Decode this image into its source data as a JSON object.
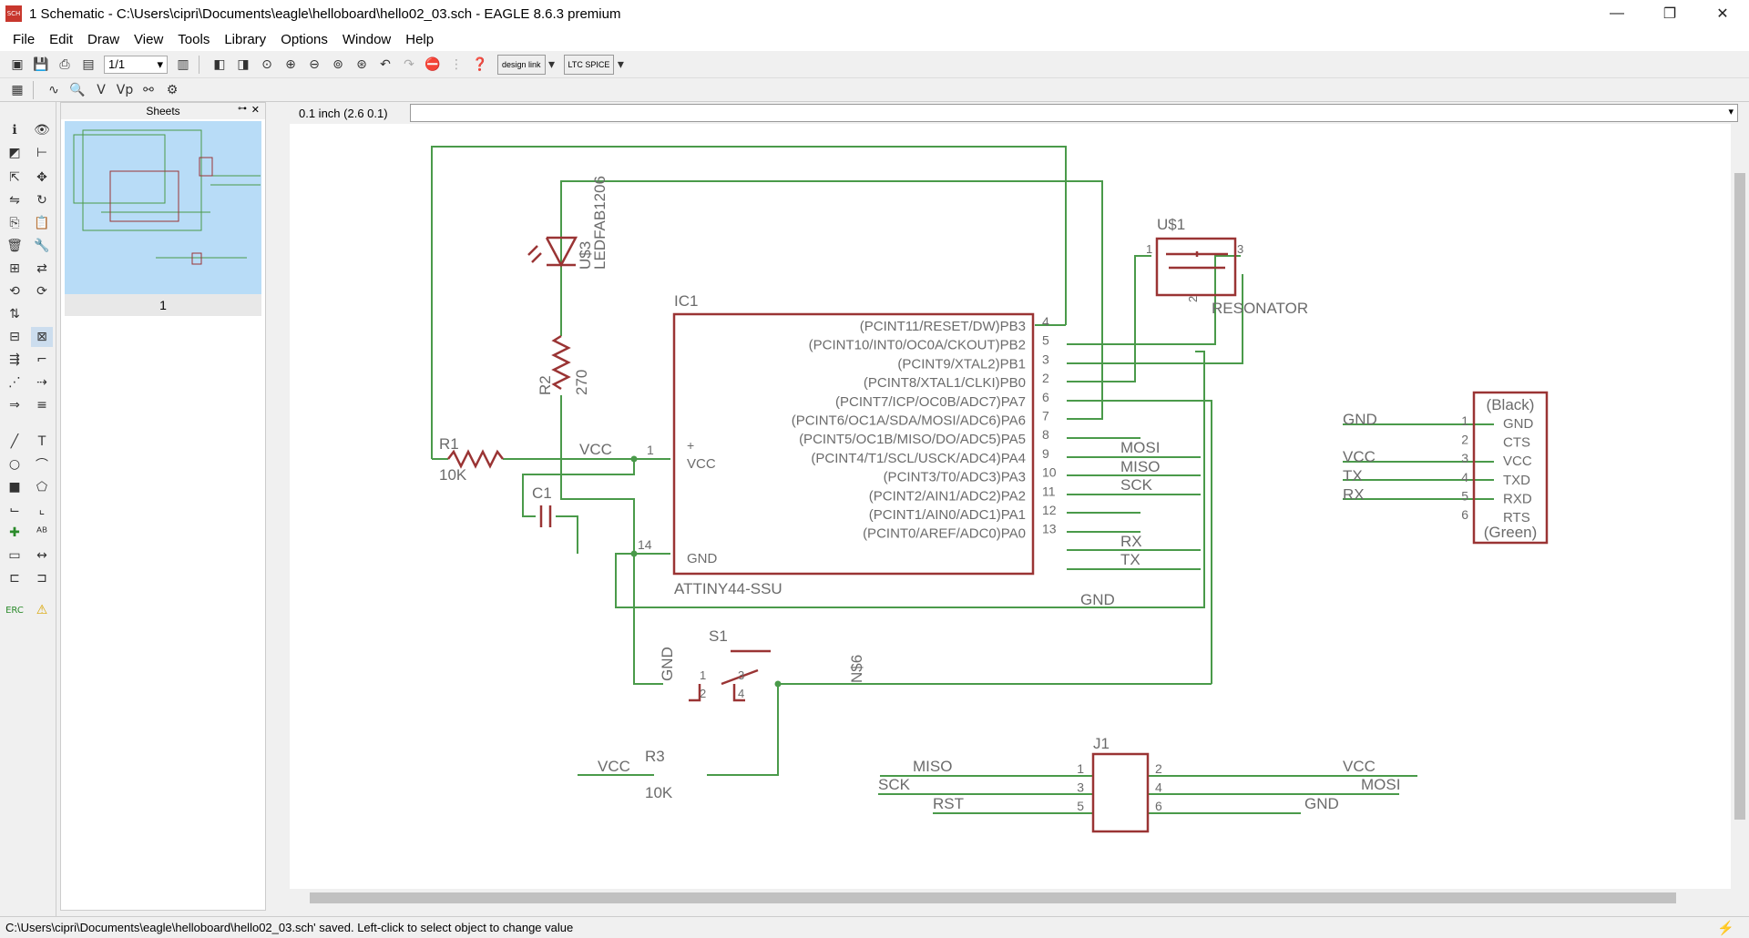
{
  "window": {
    "title": "1 Schematic - C:\\Users\\cipri\\Documents\\eagle\\helloboard\\hello02_03.sch - EAGLE 8.6.3 premium",
    "minimize": "—",
    "maximize": "❐",
    "close": "✕"
  },
  "menu": [
    "File",
    "Edit",
    "Draw",
    "View",
    "Tools",
    "Library",
    "Options",
    "Window",
    "Help"
  ],
  "toolbar": {
    "sheet_select": "1/1",
    "design_link": "design link",
    "ltc_spice": "LTC SPICE"
  },
  "sheets_panel": {
    "title": "Sheets",
    "sheet_number": "1"
  },
  "coord_display": "0.1 inch (2.6 0.1)",
  "command_input": "",
  "status_text": "C:\\Users\\cipri\\Documents\\eagle\\helloboard\\hello02_03.sch' saved. Left-click to select object to change value",
  "colors": {
    "wire": "#4a9a4a",
    "part": "#9a3434",
    "text": "#6b6b6b",
    "thumb_bg": "#b8dcf7"
  },
  "schematic": {
    "ic1": {
      "name": "IC1",
      "value": "ATTINY44-SSU",
      "left_pins": [
        {
          "num": "1",
          "label": "VCC"
        },
        {
          "num": "14",
          "label": "GND"
        }
      ],
      "right_pins": [
        {
          "num": "4",
          "label": "(PCINT11/RESET/DW)PB3"
        },
        {
          "num": "5",
          "label": "(PCINT10/INT0/OC0A/CKOUT)PB2"
        },
        {
          "num": "3",
          "label": "(PCINT9/XTAL2)PB1"
        },
        {
          "num": "2",
          "label": "(PCINT8/XTAL1/CLKI)PB0"
        },
        {
          "num": "6",
          "label": "(PCINT7/ICP/OC0B/ADC7)PA7"
        },
        {
          "num": "7",
          "label": "(PCINT6/OC1A/SDA/MOSI/ADC6)PA6"
        },
        {
          "num": "8",
          "label": "(PCINT5/OC1B/MISO/DO/ADC5)PA5"
        },
        {
          "num": "9",
          "label": "(PCINT4/T1/SCL/USCK/ADC4)PA4"
        },
        {
          "num": "10",
          "label": "(PCINT3/T0/ADC3)PA3"
        },
        {
          "num": "11",
          "label": "(PCINT2/AIN1/ADC2)PA2"
        },
        {
          "num": "12",
          "label": "(PCINT1/AIN0/ADC1)PA1"
        },
        {
          "num": "13",
          "label": "(PCINT0/AREF/ADC0)PA0"
        }
      ],
      "net_labels": {
        "pa6": "MOSI",
        "pa5": "MISO",
        "pa4": "SCK",
        "pa1": "RX",
        "pa0": "TX"
      },
      "vcc_net": "VCC"
    },
    "u3": {
      "name": "U$3",
      "value": "LEDFAB1206"
    },
    "r2": {
      "name": "R2",
      "value": "270"
    },
    "r1": {
      "name": "R1",
      "value": "10K"
    },
    "c1": {
      "name": "C1"
    },
    "u1": {
      "name": "U$1",
      "value": "RESONATOR",
      "pins": [
        "1",
        "2",
        "3"
      ]
    },
    "gnd_net": "GND",
    "s1": {
      "name": "S1",
      "pins": [
        "1",
        "2",
        "3",
        "4"
      ],
      "gnd_label": "GND",
      "net_label": "N$6"
    },
    "r3": {
      "name": "R3",
      "value": "10K",
      "net": "VCC"
    },
    "ftdi": {
      "top": "(Black)",
      "bottom": "(Green)",
      "pins": [
        {
          "num": "1",
          "name": "GND",
          "net": "GND"
        },
        {
          "num": "2",
          "name": "CTS",
          "net": ""
        },
        {
          "num": "3",
          "name": "VCC",
          "net": "VCC"
        },
        {
          "num": "4",
          "name": "TXD",
          "net": "TX"
        },
        {
          "num": "5",
          "name": "RXD",
          "net": "RX"
        },
        {
          "num": "6",
          "name": "RTS",
          "net": ""
        }
      ]
    },
    "j1": {
      "name": "J1",
      "left": [
        {
          "num": "1",
          "net": "MISO"
        },
        {
          "num": "3",
          "net": "SCK"
        },
        {
          "num": "5",
          "net": "RST"
        }
      ],
      "right": [
        {
          "num": "2",
          "net": "VCC"
        },
        {
          "num": "4",
          "net": "MOSI"
        },
        {
          "num": "6",
          "net": "GND"
        }
      ]
    }
  }
}
